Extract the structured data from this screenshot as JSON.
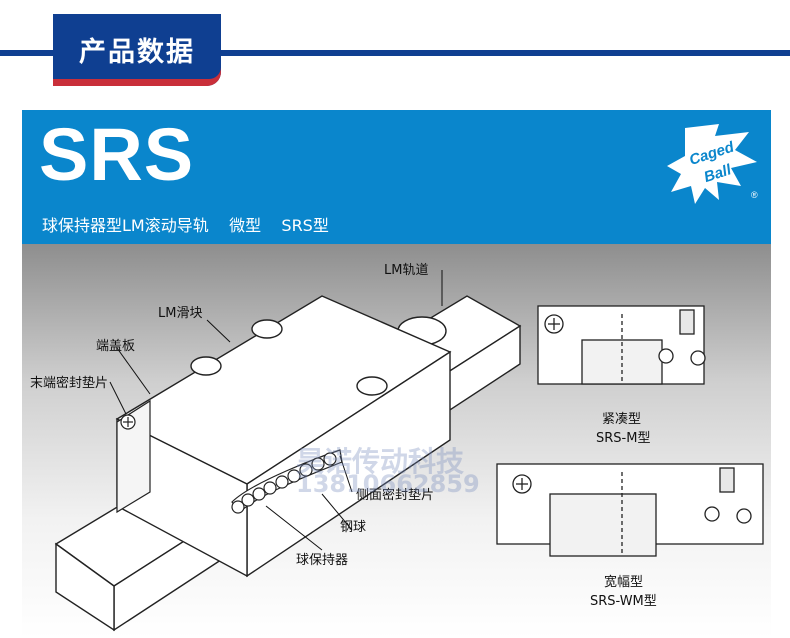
{
  "header": {
    "title": "产品数据"
  },
  "banner": {
    "title": "SRS",
    "subtitle": "球保持器型LM滚动导轨    微型    SRS型",
    "logo_text_top": "Caged",
    "logo_text_bottom": "Ball",
    "logo_mark": "®"
  },
  "labels": {
    "lm_rail": "LM轨道",
    "lm_block": "LM滑块",
    "end_plate": "端盖板",
    "end_seal": "末端密封垫片",
    "side_seal": "侧面密封垫片",
    "steel_ball": "钢球",
    "ball_retainer": "球保持器"
  },
  "variants": [
    {
      "name": "紧凑型",
      "code": "SRS-M型"
    },
    {
      "name": "宽幅型",
      "code": "SRS-WM型"
    }
  ],
  "watermark": {
    "line1": "昊诺传动科技",
    "line2": "13810662859"
  },
  "colors": {
    "header_blue": "#0f3f91",
    "header_red": "#c92f3a",
    "banner_blue": "#0a86cc"
  }
}
